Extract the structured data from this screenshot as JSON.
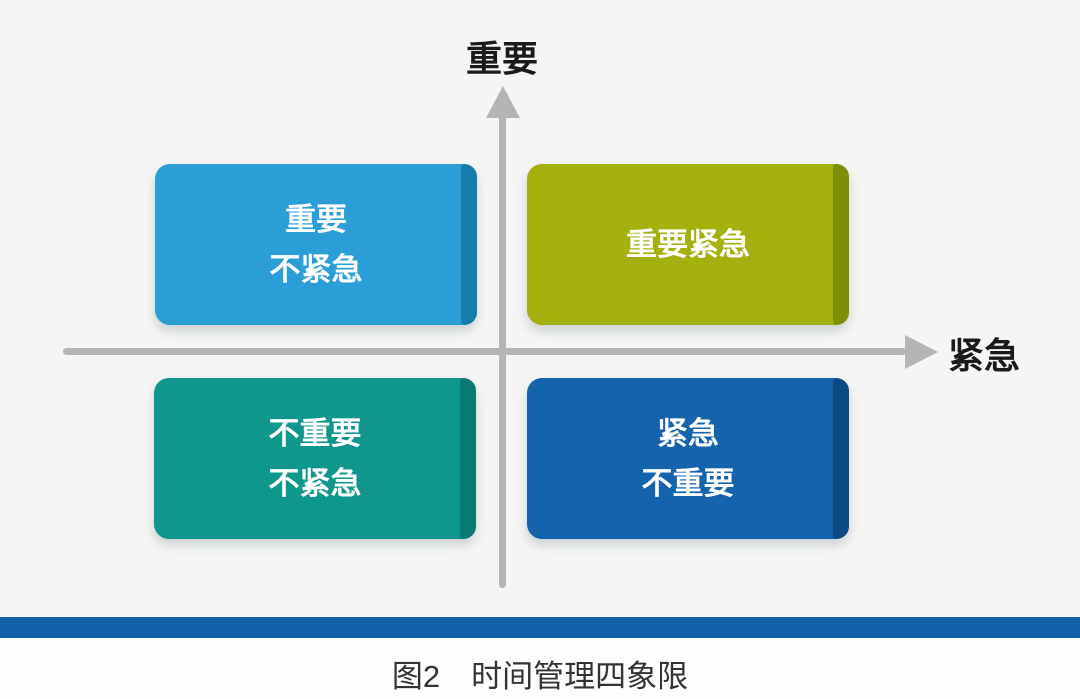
{
  "canvas": {
    "background": "#f4f5f4",
    "footer_background": "#fdfdfd"
  },
  "axes": {
    "color": "#b5b5b5",
    "vertical_label": "重要",
    "horizontal_label": "紧急"
  },
  "quadrants": [
    {
      "name": "important-not-urgent",
      "lines": [
        "重要",
        "不紧急"
      ],
      "fill": "#2b9ed8",
      "edge": "#177ca9"
    },
    {
      "name": "important-urgent",
      "lines": [
        "重要紧急"
      ],
      "fill": "#a4b00e",
      "edge": "#7e8e08"
    },
    {
      "name": "not-important-not-urgent",
      "lines": [
        "不重要",
        "不紧急"
      ],
      "fill": "#0f978c",
      "edge": "#0a7a70"
    },
    {
      "name": "urgent-not-important",
      "lines": [
        "紧急",
        "不重要"
      ],
      "fill": "#1563ac",
      "edge": "#0c4a86"
    }
  ],
  "divider": {
    "color": "#1261a8"
  },
  "caption": {
    "text": "图2　时间管理四象限",
    "color": "#333333"
  }
}
